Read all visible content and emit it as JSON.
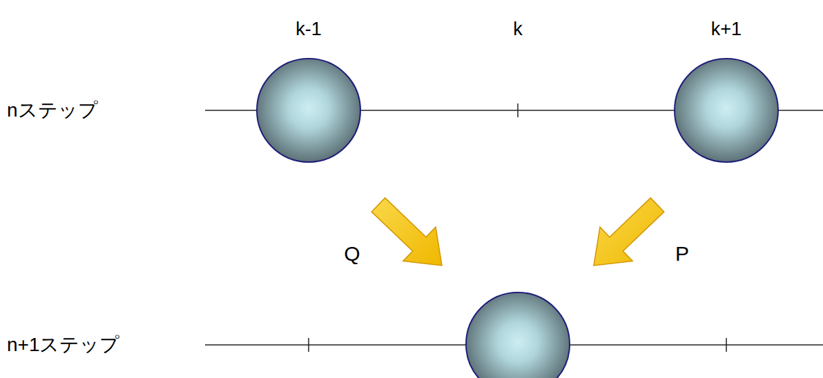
{
  "diagram": {
    "labels": [
      "k-1",
      "k",
      "k+1",
      "nステップ",
      "Q",
      "P",
      "n+1ステップ"
    ]
  }
}
